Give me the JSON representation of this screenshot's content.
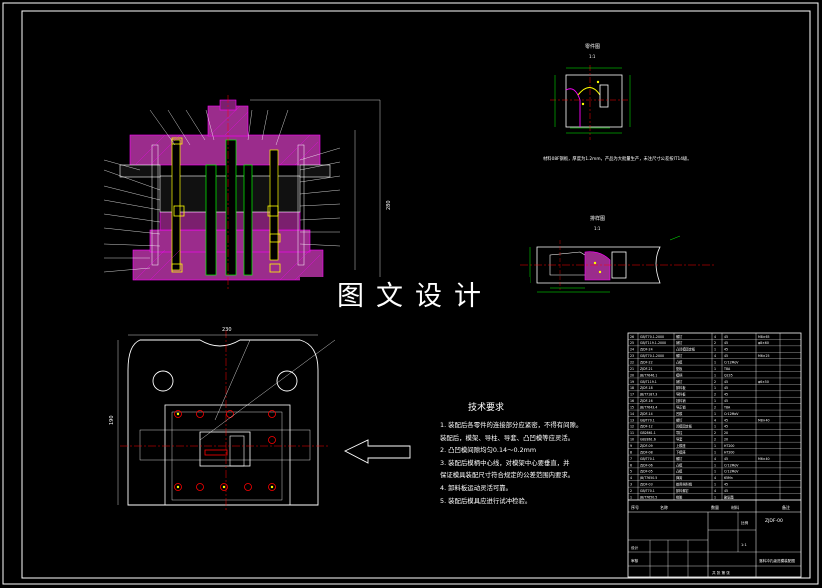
{
  "watermark": "图文设计",
  "technical_requirements": {
    "title": "技术要求",
    "lines": [
      "1. 装配后各零件的连接部分应紧密，不得有间隙。",
      "装配后，模架、导柱、导套、凸凹模等应灵活。",
      "2. 凸凹模间隙均匀0.14～0.2mm",
      "3. 装配后模柄中心线，对模架中心要垂直，并",
      "保证模具装配尺寸符合规定的公差范围内要求。",
      "4. 卸料板运动灵活可靠。",
      "5. 装配后模具应进行试冲检验。"
    ]
  },
  "part_views": {
    "top_title": "零件图",
    "top_scale": "1:1",
    "top_note": "材料08F钢板，厚度为1.2mm，产品为大批量生产，未注尺寸公差按IT14级。",
    "mid_title": "排样图",
    "mid_scale": "1:1"
  },
  "dimensions": {
    "assembly_height": "280",
    "plate_width": "230",
    "plate_height": "190"
  },
  "title_block": {
    "drawing_no": "ZJDF-00",
    "name": "落料冲孔级进模装配图",
    "scale_label": "比例",
    "scale_value": "1:1",
    "sheet_label": "共 张 第 张",
    "designer_label": "设计",
    "checker_label": "审核"
  },
  "bom_headers": [
    "序号",
    "名称",
    "数量",
    "材料",
    "备注"
  ],
  "bom_rows": [
    [
      "26",
      "GB/T70.1-2000",
      "螺钉",
      "4",
      "45",
      "M8×65"
    ],
    [
      "25",
      "GB/T119.1-2000",
      "销钉",
      "2",
      "45",
      "φ8×60"
    ],
    [
      "24",
      "ZJDF-24",
      "凸凹模固定板",
      "1",
      "45",
      ""
    ],
    [
      "23",
      "GB/T70.1-2000",
      "螺钉",
      "4",
      "45",
      "M6×25"
    ],
    [
      "22",
      "ZJDF-22",
      "凸模",
      "1",
      "Cr12MoV",
      ""
    ],
    [
      "21",
      "ZJDF-21",
      "垫板",
      "1",
      "T8A",
      ""
    ],
    [
      "20",
      "JB/T7646.1",
      "模柄",
      "1",
      "Q235",
      ""
    ],
    [
      "19",
      "GB/T119.1",
      "销钉",
      "2",
      "45",
      "φ6×50"
    ],
    [
      "18",
      "ZJDF-18",
      "卸料板",
      "1",
      "45",
      ""
    ],
    [
      "17",
      "JB/T7187.3",
      "导料板",
      "2",
      "45",
      ""
    ],
    [
      "16",
      "ZJDF-16",
      "挡料销",
      "1",
      "45",
      ""
    ],
    [
      "15",
      "JB/T7643.4",
      "导正销",
      "2",
      "T8A",
      ""
    ],
    [
      "14",
      "ZJDF-14",
      "凹模",
      "1",
      "Cr12MoV",
      ""
    ],
    [
      "13",
      "GB/T70.1",
      "螺钉",
      "4",
      "45",
      "M8×40"
    ],
    [
      "12",
      "ZJDF-12",
      "凹模固定板",
      "1",
      "45",
      ""
    ],
    [
      "11",
      "GB2861.1",
      "导柱",
      "2",
      "20",
      ""
    ],
    [
      "10",
      "GB2861.6",
      "导套",
      "2",
      "20",
      ""
    ],
    [
      "9",
      "ZJDF-09",
      "上模座",
      "1",
      "HT200",
      ""
    ],
    [
      "8",
      "ZJDF-08",
      "下模座",
      "1",
      "HT200",
      ""
    ],
    [
      "7",
      "GB/T70.1",
      "螺钉",
      "4",
      "45",
      "M6×40"
    ],
    [
      "6",
      "ZJDF-06",
      "凸模",
      "1",
      "Cr12MoV",
      ""
    ],
    [
      "5",
      "ZJDF-05",
      "凸模",
      "1",
      "Cr12MoV",
      ""
    ],
    [
      "4",
      "JB/T7650.5",
      "弹簧",
      "4",
      "65Mn",
      ""
    ],
    [
      "3",
      "ZJDF-03",
      "始用挡料销",
      "1",
      "45",
      ""
    ],
    [
      "2",
      "GB/T70.1",
      "卸料螺钉",
      "4",
      "45",
      ""
    ],
    [
      "1",
      "JB/T7650.5",
      "橡胶",
      "1",
      "聚氨酯",
      ""
    ]
  ],
  "colors": {
    "background": "#000000",
    "frame": "#ffffff",
    "section_fill": "#9b2c8c",
    "dimension": "#00ff00",
    "centerline": "#ff0000",
    "hatch": "#ff00ff",
    "part_line": "#ffff00",
    "leader": "#ffffff"
  }
}
